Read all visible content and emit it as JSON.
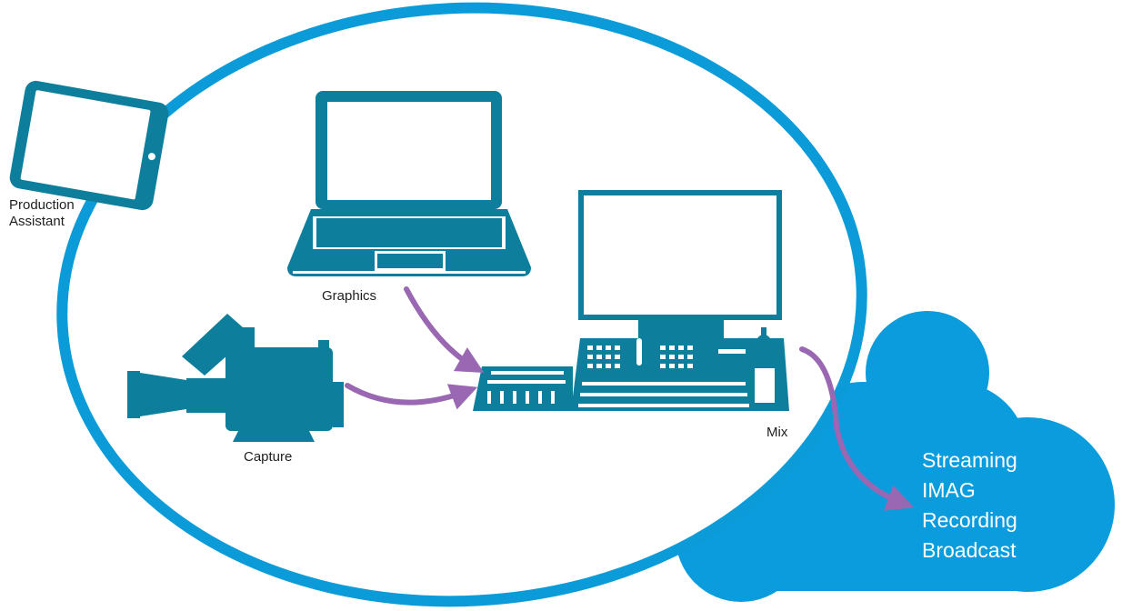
{
  "labels": {
    "production_assistant": [
      "Production",
      "Assistant"
    ],
    "graphics": "Graphics",
    "capture": "Capture",
    "mix": "Mix"
  },
  "outputs": [
    "Streaming",
    "IMAG",
    "Recording",
    "Broadcast"
  ],
  "icons": {
    "tablet": "tablet-icon",
    "laptop": "laptop-icon",
    "camera": "video-camera-icon",
    "mixer": "video-switcher-icon",
    "cloud": "cloud-icon"
  },
  "colors": {
    "ellipse": "#0b9bd8",
    "device": "#0d7f9c",
    "cloud": "#0a9cdc",
    "arrow": "#9a67b3",
    "outputs_text": "#ffffff"
  }
}
